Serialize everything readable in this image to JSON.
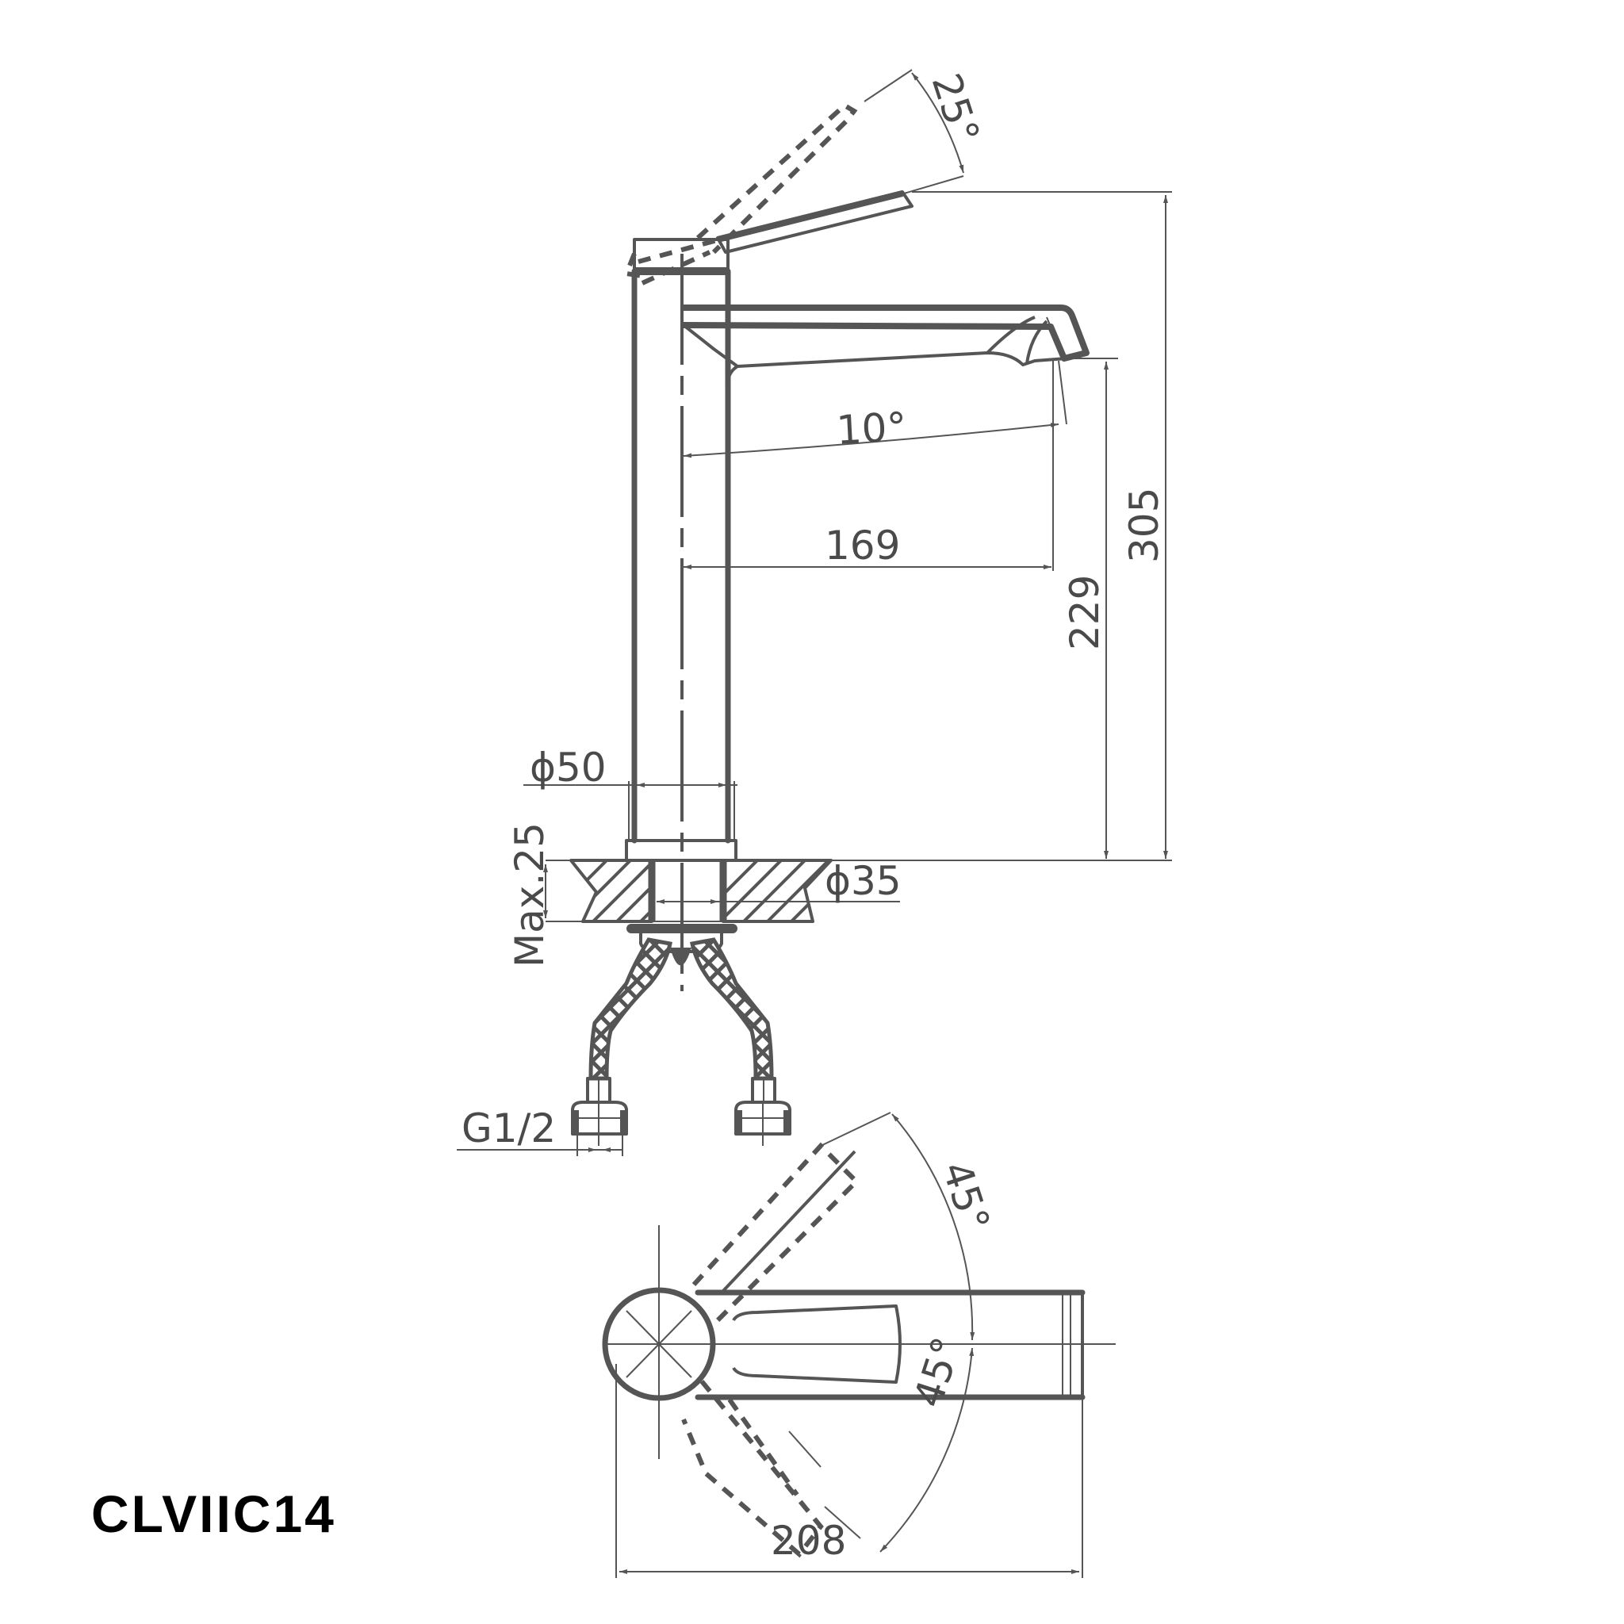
{
  "drawing": {
    "model_code": "CLVIIC14",
    "subject": "Single-lever tall basin mixer faucet – side elevation and top plan view",
    "line_color": "#555555",
    "text_color": "#4a4a4a",
    "background": "#ffffff"
  },
  "side_view": {
    "dimensions": {
      "handle_tilt_angle": "25°",
      "spout_swivel_angle": "10°",
      "spout_reach": "169",
      "spout_outlet_height": "229",
      "total_height": "305",
      "body_diameter": "ϕ50",
      "mounting_hole_diameter": "ϕ35",
      "max_countertop_thickness": "Max.25",
      "hose_connection": "G1/2"
    }
  },
  "top_view": {
    "dimensions": {
      "handle_rotation_upper": "45°",
      "handle_rotation_lower": "45°",
      "overall_length": "208"
    }
  }
}
